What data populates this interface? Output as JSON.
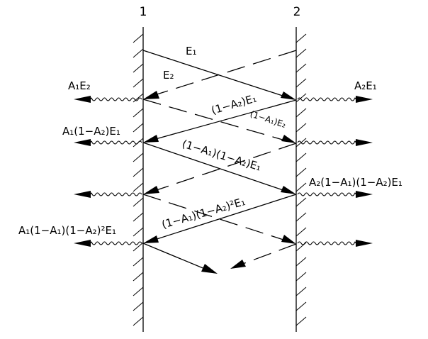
{
  "walls": [
    {
      "number": "1"
    },
    {
      "number": "2"
    }
  ],
  "labels": {
    "e1": "E₁",
    "e2": "E₂",
    "a1e2": "A₁E₂",
    "a2e1": "A₂E₁",
    "beam_1_minus_a2_e1": "(1−A₂)E₁",
    "beam_1_minus_a1_e2": "(1−A₁)E₂",
    "a1_1_minus_a2_e1": "A₁(1−A₂)E₁",
    "beam_1_minus_a1_1_minus_a2_e1": "(1−A₁)(1−A₂)E₁",
    "a2_1_minus_a1_1_minus_a2_e1": "A₂(1−A₁)(1−A₂)E₁",
    "beam_squared": "(1−A₁)(1−A₂)²E₁",
    "a1_1_minus_a1_1_minus_a2_sq_e1": "A₁(1−A₁)(1−A₂)²E₁"
  }
}
